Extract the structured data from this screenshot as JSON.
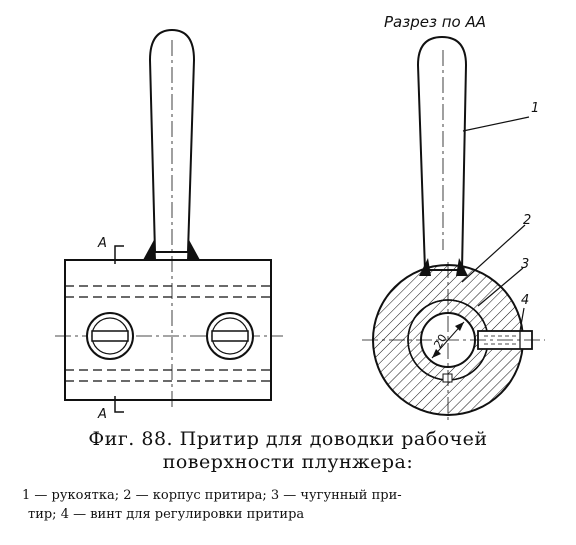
{
  "figure": {
    "section_title": "Разрез по АА",
    "cut_label_top": "А",
    "cut_label_bottom": "А",
    "dimension": "20",
    "callouts": [
      "1",
      "2",
      "3",
      "4"
    ]
  },
  "caption": {
    "line1": "Фиг. 88. Притир для доводки рабочей",
    "line2": "поверхности плунжера:"
  },
  "legend": {
    "line1": "1 — рукоятка; 2 — корпус притира; 3 — чугунный при-",
    "line2": "тир; 4 — винт для регулировки притира"
  }
}
